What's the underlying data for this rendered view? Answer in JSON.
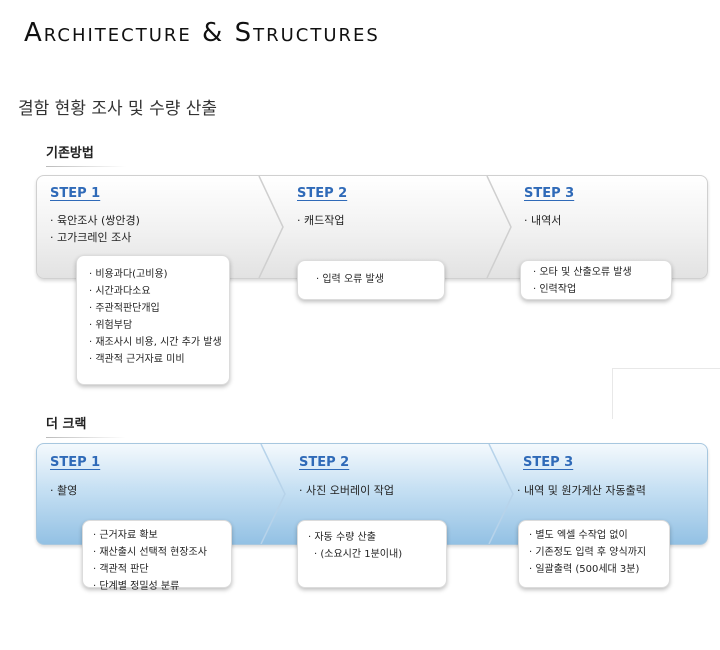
{
  "header": {
    "title": "Architecture & Structures"
  },
  "subtitle": "결함 현황 조사 및 수량 산출",
  "sections": [
    {
      "label": "기존방법",
      "steps": [
        {
          "label": "STEP 1",
          "items": [
            "육안조사 (쌍안경)",
            "고가크레인 조사"
          ],
          "callout": [
            "비용과다(고비용)",
            "시간과다소요",
            "주관적판단개입",
            "위험부담",
            "재조사시 비용, 시간 추가 발생",
            "객관적 근거자료 미비"
          ]
        },
        {
          "label": "STEP 2",
          "items": [
            "캐드작업"
          ],
          "callout": [
            "입력 오류 발생"
          ]
        },
        {
          "label": "STEP 3",
          "items": [
            "내역서"
          ],
          "callout": [
            "오타 및 산출오류 발생",
            "인력작업"
          ]
        }
      ]
    },
    {
      "label": "더 크랙",
      "steps": [
        {
          "label": "STEP 1",
          "items": [
            "촬영"
          ],
          "callout": [
            "근거자료 확보",
            "재산출시 선택적 현장조사",
            "객관적 판단",
            "단계별 정밀성 분류"
          ]
        },
        {
          "label": "STEP 2",
          "items": [
            "사진 오버레이 작업"
          ],
          "callout": [
            "자동 수량 산출",
            "(소요시간 1분이내)"
          ]
        },
        {
          "label": "STEP 3",
          "items": [
            "내역 및 원가계산 자동출력"
          ],
          "callout": [
            "별도 엑셀 수작업 없이",
            "기존정도 입력 후 양식까지",
            "일괄출력 (500세대 3분)"
          ]
        }
      ]
    }
  ],
  "colors": {
    "step_label": "#2f6ab8",
    "band_grey": "#e2e2e2",
    "band_blue": "#93c1e4"
  }
}
